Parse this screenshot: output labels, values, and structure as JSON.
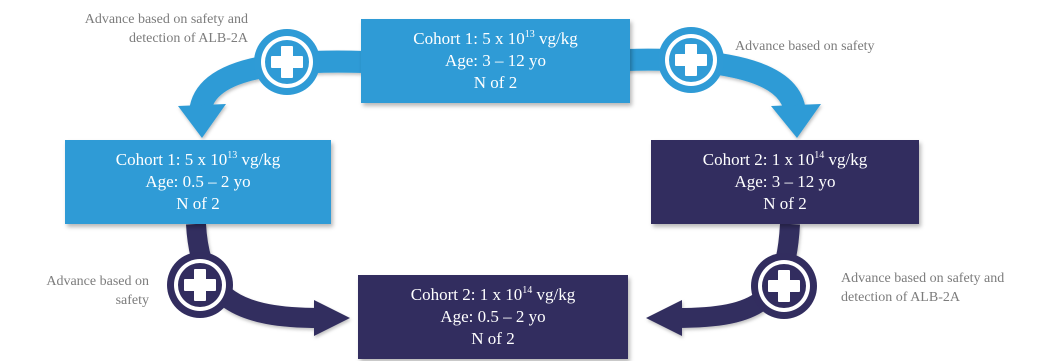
{
  "colors": {
    "light_blue": "#2f9bd6",
    "dark_navy": "#322d5f",
    "label_gray": "#7c7c7c",
    "background": "#ffffff"
  },
  "boxes": {
    "c1_older": {
      "cohort": "Cohort 1: 5 x 10",
      "exp": "13",
      "unit": " vg/kg",
      "age": "Age: 3 – 12 yo",
      "n": "N of 2"
    },
    "c1_younger": {
      "cohort": "Cohort 1: 5 x 10",
      "exp": "13",
      "unit": " vg/kg",
      "age": "Age: 0.5 – 2 yo",
      "n": "N of 2"
    },
    "c2_older": {
      "cohort": "Cohort 2: 1 x 10",
      "exp": "14",
      "unit": " vg/kg",
      "age": "Age: 3 – 12 yo",
      "n": "N of 2"
    },
    "c2_younger": {
      "cohort": "Cohort 2: 1 x 10",
      "exp": "14",
      "unit": " vg/kg",
      "age": "Age: 0.5 – 2 yo",
      "n": "N of 2"
    }
  },
  "labels": {
    "top_left": {
      "line1": "Advance based on safety and",
      "line2": "detection of ALB-2A"
    },
    "top_right": {
      "line1": "Advance based on safety"
    },
    "bottom_left": {
      "line1": "Advance based on",
      "line2": "safety"
    },
    "bottom_right": {
      "line1": "Advance based on safety and",
      "line2": "detection of ALB-2A"
    }
  },
  "icons": [
    "plus-icon",
    "plus-icon",
    "plus-icon",
    "plus-icon"
  ]
}
